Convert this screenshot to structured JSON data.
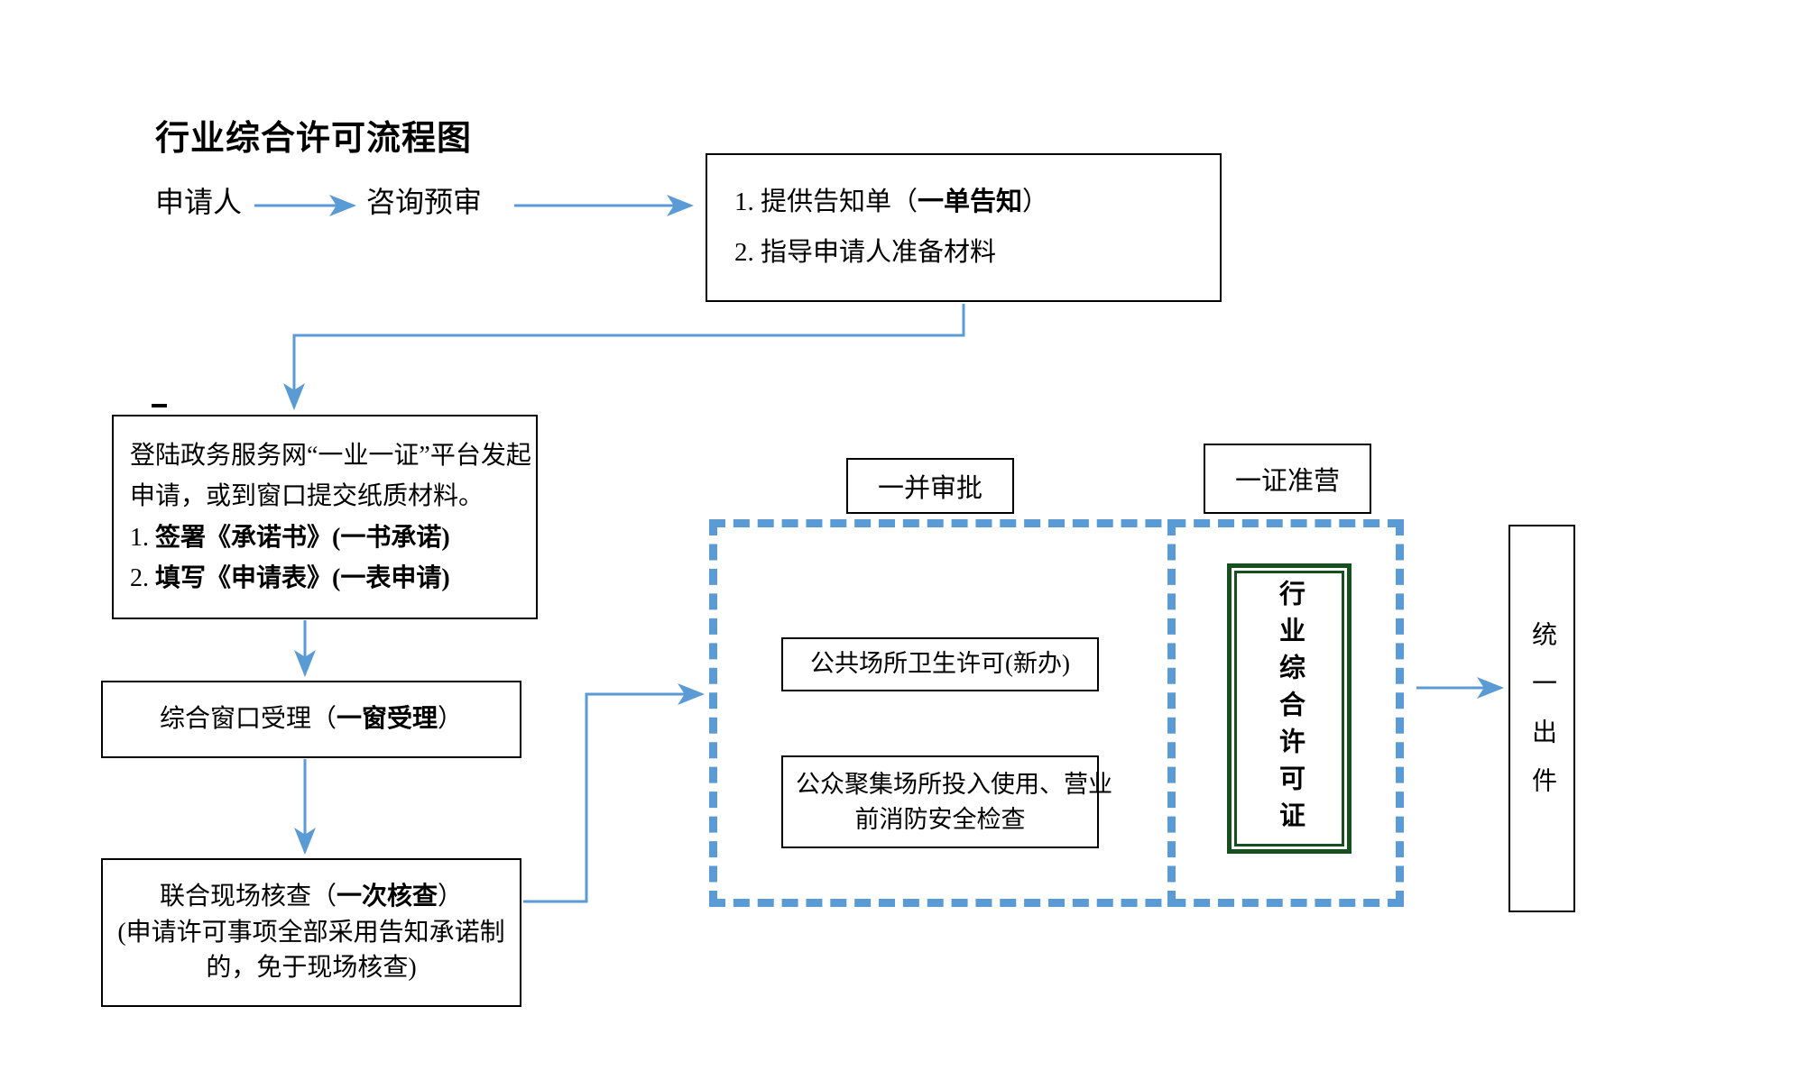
{
  "title": "行业综合许可流程图",
  "colors": {
    "connector": "#5B9BD5",
    "dashed_border": "#5B9BD5",
    "certificate_border": "#17501F",
    "box_border": "#000000",
    "background": "#FFFFFF"
  },
  "nodes": {
    "applicant": "申请人",
    "consult_preview": "咨询预审",
    "notice": {
      "line1_num": "1.",
      "line1_text": "提供告知单（",
      "line1_bold": "一单告知",
      "line1_tail": "）",
      "line2_num": "2.",
      "line2_text": "指导申请人准备材料"
    },
    "platform": {
      "line1": "登陆政务服务网“一业一证”平台发起",
      "line2": "申请，或到窗口提交纸质材料。",
      "line3_num": "1.",
      "line3_text": "签署《承诺书》(一书承诺)",
      "line4_num": "2.",
      "line4_text": "填写《申请表》(一表申请)"
    },
    "window_acceptance": {
      "text": "综合窗口受理（",
      "bold": "一窗受理",
      "tail": "）"
    },
    "joint_check": {
      "line1_text": "联合现场核查（",
      "line1_bold": "一次核查",
      "line1_tail": "）",
      "line2": "(申请许可事项全部采用告知承诺制",
      "line3": "的，免于现场核查)"
    },
    "joint_approval_label": "一并审批",
    "one_cert_label": "一证准营",
    "hygiene_permit": "公共场所卫生许可(新办)",
    "fire_inspection": {
      "line1": "公众聚集场所投入使用、营业",
      "line2": "前消防安全检查"
    },
    "certificate": "行业综合许可证",
    "output": "统一出件"
  }
}
